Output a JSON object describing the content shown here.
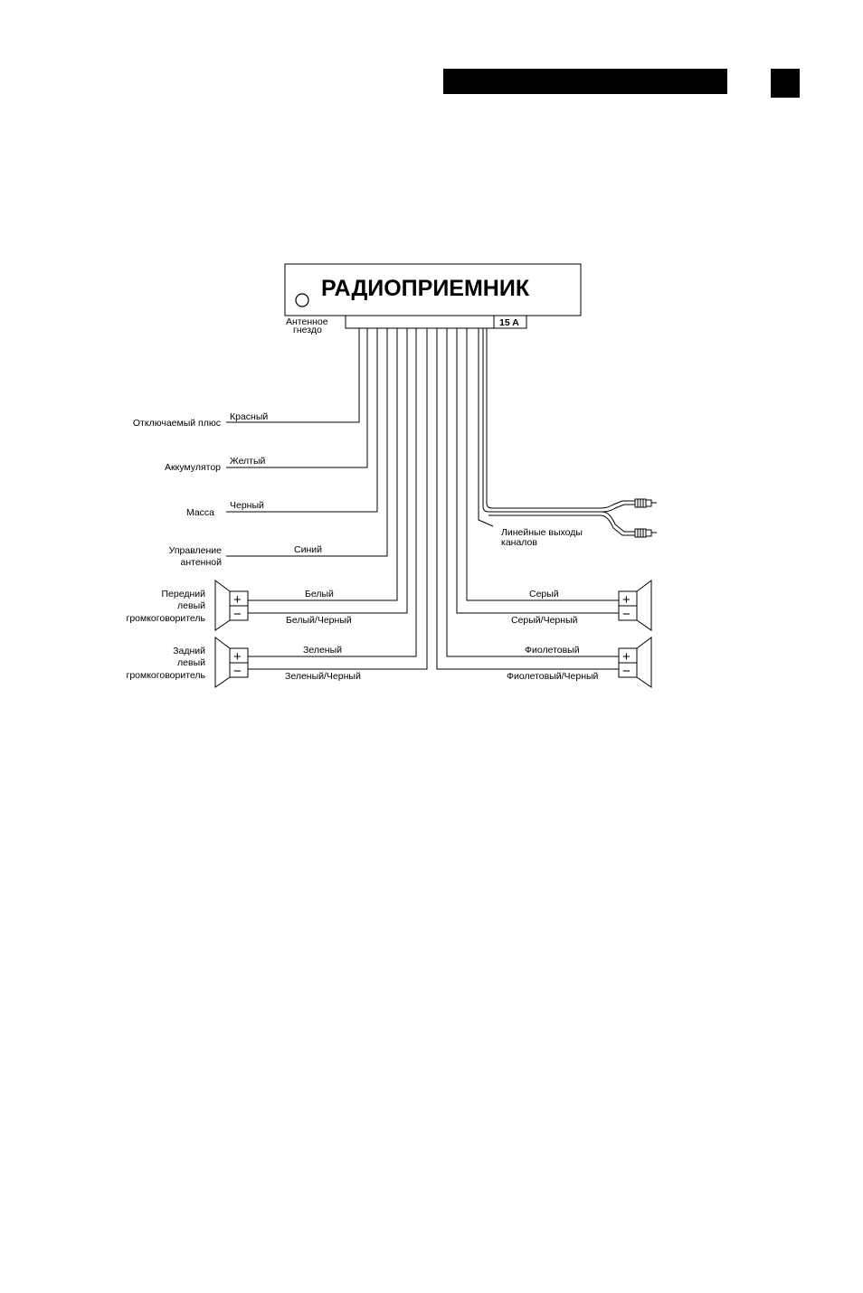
{
  "header": {
    "bar_color": "#000000"
  },
  "unit": {
    "title": "РАДИОПРИЕМНИК",
    "fuse": "15 A"
  },
  "antenna": {
    "line1": "Антенное",
    "line2": "гнездо"
  },
  "wires": {
    "red": {
      "color_name": "Красный",
      "purpose": "Отключаемый  плюс"
    },
    "yellow": {
      "color_name": "Желтый",
      "purpose": "Аккумулятор"
    },
    "black": {
      "color_name": "Черный",
      "purpose": "Масса"
    },
    "blue": {
      "color_name": "Синий",
      "purpose_line1": "Управление",
      "purpose_line2": "антенной"
    },
    "white": {
      "color_name": "Белый",
      "minus_name": "Белый/Черный"
    },
    "green": {
      "color_name": "Зеленый",
      "minus_name": "Зеленый/Черный"
    },
    "gray": {
      "color_name": "Серый",
      "minus_name": "Серый/Черный"
    },
    "violet": {
      "color_name": "Фиолетовый",
      "minus_name": "Фиолетовый/Черный"
    }
  },
  "line_out": {
    "line1": "Линейные  выходы",
    "line2": "каналов"
  },
  "speakers": {
    "front_left": {
      "line1": "Передний",
      "line2": "левый",
      "line3": "громкоговоритель"
    },
    "rear_left": {
      "line1": "Задний",
      "line2": "левый",
      "line3": "громкоговоритель"
    }
  },
  "symbols": {
    "plus": "+",
    "minus": "−"
  }
}
